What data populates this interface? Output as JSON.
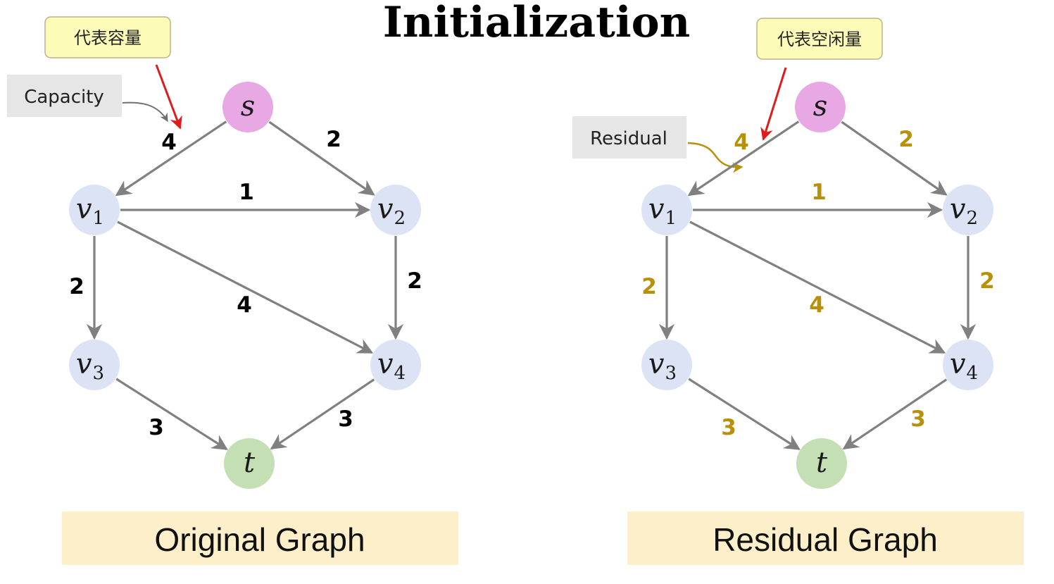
{
  "title": "Initialization",
  "colors": {
    "edge": "#808080",
    "capacity_label": "#000000",
    "residual_label": "#b8900a",
    "node_source": "#e8a8e4",
    "node_inner": "#dbe3f4",
    "node_sink": "#c3dfb3",
    "pointer_arrow": "#e01b1b",
    "note_fill": "#fdfbb8",
    "caption_fill": "#fdefc9",
    "callout_fill": "#e6e6e6"
  },
  "graphs": [
    {
      "key": "original",
      "caption": "Original Graph",
      "callout": "Capacity",
      "note": "代表容量",
      "nodes": {
        "s": {
          "name": "s",
          "sub": ""
        },
        "v1": {
          "name": "v",
          "sub": "1"
        },
        "v2": {
          "name": "v",
          "sub": "2"
        },
        "v3": {
          "name": "v",
          "sub": "3"
        },
        "v4": {
          "name": "v",
          "sub": "4"
        },
        "t": {
          "name": "t",
          "sub": ""
        }
      },
      "edges": [
        {
          "from": "s",
          "to": "v1",
          "value": "4"
        },
        {
          "from": "s",
          "to": "v2",
          "value": "2"
        },
        {
          "from": "v1",
          "to": "v2",
          "value": "1"
        },
        {
          "from": "v1",
          "to": "v3",
          "value": "2"
        },
        {
          "from": "v1",
          "to": "v4",
          "value": "4"
        },
        {
          "from": "v2",
          "to": "v4",
          "value": "2"
        },
        {
          "from": "v3",
          "to": "t",
          "value": "3"
        },
        {
          "from": "v4",
          "to": "t",
          "value": "3"
        }
      ]
    },
    {
      "key": "residual",
      "caption": "Residual Graph",
      "callout": "Residual",
      "note": "代表空闲量",
      "nodes": {
        "s": {
          "name": "s",
          "sub": ""
        },
        "v1": {
          "name": "v",
          "sub": "1"
        },
        "v2": {
          "name": "v",
          "sub": "2"
        },
        "v3": {
          "name": "v",
          "sub": "3"
        },
        "v4": {
          "name": "v",
          "sub": "4"
        },
        "t": {
          "name": "t",
          "sub": ""
        }
      },
      "edges": [
        {
          "from": "s",
          "to": "v1",
          "value": "4"
        },
        {
          "from": "s",
          "to": "v2",
          "value": "2"
        },
        {
          "from": "v1",
          "to": "v2",
          "value": "1"
        },
        {
          "from": "v1",
          "to": "v3",
          "value": "2"
        },
        {
          "from": "v1",
          "to": "v4",
          "value": "4"
        },
        {
          "from": "v2",
          "to": "v4",
          "value": "2"
        },
        {
          "from": "v3",
          "to": "t",
          "value": "3"
        },
        {
          "from": "v4",
          "to": "t",
          "value": "3"
        }
      ]
    }
  ]
}
